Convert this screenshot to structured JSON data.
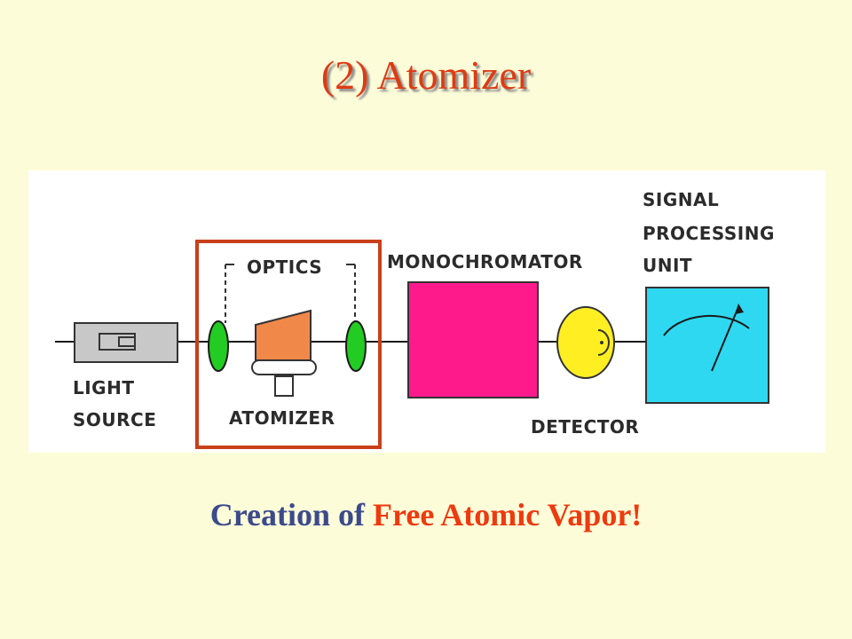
{
  "title": "(2) Atomizer",
  "diagram": {
    "labels": {
      "light_source_line1": "LIGHT",
      "light_source_line2": "SOURCE",
      "optics": "OPTICS",
      "atomizer": "ATOMIZER",
      "monochromator": "MONOCHROMATOR",
      "detector": "DETECTOR",
      "signal_line1": "SIGNAL",
      "signal_line2": "PROCESSING",
      "signal_line3": "UNIT"
    },
    "colors": {
      "light_source": "#c8c8c8",
      "lens": "#22cc22",
      "atomizer_flame": "#f0884a",
      "monochromator": "#ff1a8c",
      "detector": "#ffee22",
      "signal_unit": "#2ed8f0",
      "highlight_box": "#c8401a"
    }
  },
  "caption": {
    "part1": "Creation of ",
    "part2": "Free Atomic Vapor!"
  }
}
